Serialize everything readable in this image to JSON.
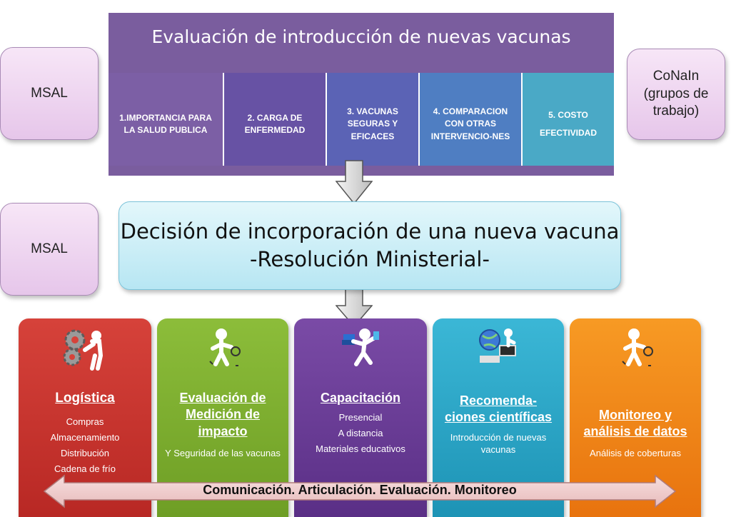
{
  "left_boxes": [
    {
      "label": "MSAL"
    },
    {
      "label": "MSAL"
    }
  ],
  "right_box": {
    "line1": "CoNaIn",
    "line2": "(grupos de",
    "line3": "trabajo)"
  },
  "evaluation": {
    "title": "Evaluación de introducción de nuevas vacunas",
    "criteria": [
      {
        "line1": "1.IMPORTANCIA PARA",
        "line2": "LA SALUD PUBLICA",
        "line3": "",
        "color": "#7c5fa5"
      },
      {
        "line1": "2. CARGA DE",
        "line2": "ENFERMEDAD",
        "line3": "",
        "color": "#6752a4"
      },
      {
        "line1": "3. VACUNAS",
        "line2": "SEGURAS Y",
        "line3": "EFICACES",
        "color": "#5b63b5"
      },
      {
        "line1": "4. COMPARACION",
        "line2": "CON OTRAS",
        "line3": "INTERVENCIO-NES",
        "color": "#4f7ec2"
      },
      {
        "line1": "5. COSTO",
        "line2": "EFECTIVIDAD",
        "line3": "",
        "color": "#4aa9c6"
      }
    ]
  },
  "decision": {
    "line1": "Decisión de incorporación de una nueva vacuna",
    "line2": "-Resolución Ministerial-"
  },
  "cards": [
    {
      "title": "Logística",
      "items": [
        "Compras",
        "Almacenamiento",
        "Distribución",
        "Cadena de frío"
      ],
      "color": "#c62f2b",
      "icon": "gears-figure-icon"
    },
    {
      "title_lines": [
        "Evaluación de",
        "Medición de",
        "impacto"
      ],
      "items": [
        "Y Seguridad de las vacunas"
      ],
      "color": "#7cab2e",
      "icon": "magnifier-figure-icon"
    },
    {
      "title": "Capacitación",
      "items": [
        "Presencial",
        "A distancia",
        "Materiales educativos"
      ],
      "color": "#6a3d96",
      "icon": "books-figure-icon"
    },
    {
      "title_lines": [
        "Recomenda-",
        "ciones científicas"
      ],
      "items": [
        "Introducción de nuevas",
        "vacunas"
      ],
      "color": "#25a7c9",
      "icon": "globe-computer-icon"
    },
    {
      "title_lines": [
        "Monitoreo y",
        "análisis de datos"
      ],
      "items": [
        "Análisis de coberturas"
      ],
      "color": "#f07f14",
      "icon": "magnifier-figure-icon"
    }
  ],
  "banner": {
    "text": "Comunicación. Articulación. Evaluación. Monitoreo"
  }
}
